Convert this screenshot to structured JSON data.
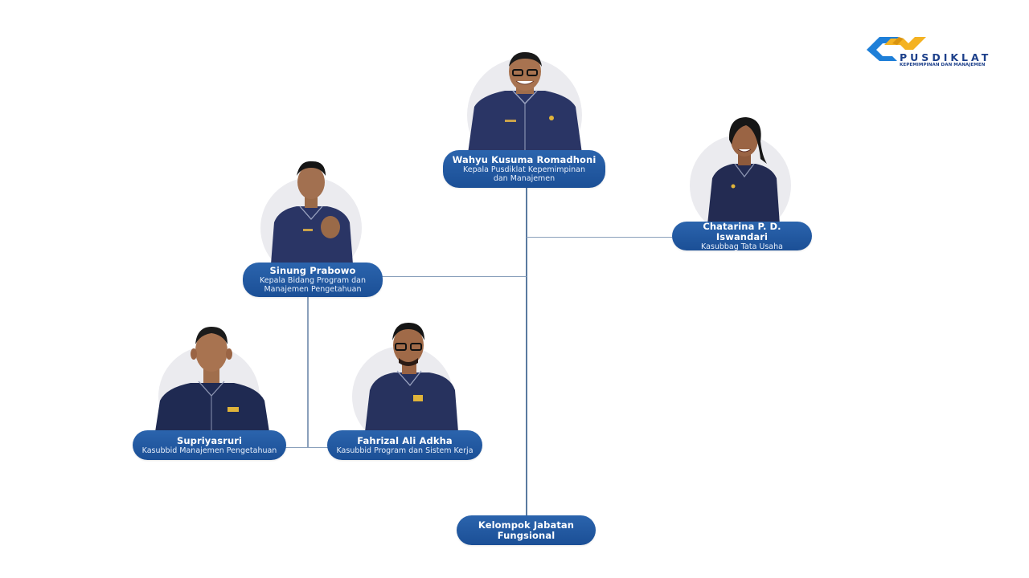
{
  "logo": {
    "title": "PUSDIKLAT",
    "subtitle": "KEPEMIMPINAN DAN MANAJEMEN",
    "colors": {
      "blue": "#1e88e5",
      "gold": "#f6b01e",
      "text": "#1c3f8a"
    }
  },
  "chart": {
    "type": "organization-chart",
    "pill_color": "#1f57a0",
    "line_color": "#5a7aa0",
    "nodes": [
      {
        "id": "head",
        "name": "Wahyu Kusuma Romadhoni",
        "role": "Kepala Pusdiklat Kepemimpinan dan Manajemen",
        "role_line1": "Kepala Pusdiklat Kepemimpinan",
        "role_line2": "dan Manajemen"
      },
      {
        "id": "tu",
        "name": "Chatarina P. D. Iswandari",
        "role": "Kasubbag Tata Usaha"
      },
      {
        "id": "kabid",
        "name": "Sinung Prabowo",
        "role": "Kepala Bidang Program dan Manajemen Pengetahuan",
        "role_line1": "Kepala Bidang Program dan",
        "role_line2": "Manajemen Pengetahuan"
      },
      {
        "id": "kasubbid1",
        "name": "Supriyasruri",
        "role": "Kasubbid Manajemen Pengetahuan"
      },
      {
        "id": "kasubbid2",
        "name": "Fahrizal Ali Adkha",
        "role": "Kasubbid Program dan Sistem Kerja"
      },
      {
        "id": "jf",
        "name_line1": "Kelompok Jabatan",
        "name_line2": "Fungsional"
      }
    ],
    "edges": [
      [
        "head",
        "tu"
      ],
      [
        "head",
        "kabid"
      ],
      [
        "kabid",
        "kasubbid1"
      ],
      [
        "kabid",
        "kasubbid2"
      ],
      [
        "head",
        "jf"
      ]
    ]
  }
}
